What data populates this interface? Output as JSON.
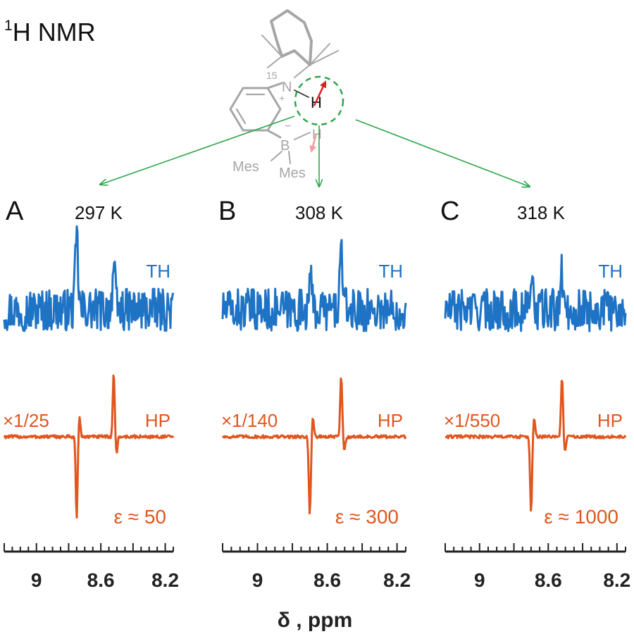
{
  "header": {
    "nucleus_superscript": "1",
    "title_rest": "H NMR"
  },
  "molecule": {
    "n_label": "N",
    "n_isotope": "15",
    "n_charge": "+",
    "b_label": "B",
    "b_charge": "−",
    "h_n_label": "H",
    "h_b_label": "H",
    "mes_left": "Mes",
    "mes_right": "Mes"
  },
  "colors": {
    "th": "#1f73c4",
    "hp": "#e0561e",
    "axis": "#222222",
    "molecule": "#a6a6a6",
    "arrow": "#2ea64a",
    "highlight_arrow": "#e01f1f",
    "faint_arrow": "#f0a0a0",
    "text": "#111111"
  },
  "xlabel": "δ , ppm",
  "chart_data": [
    {
      "type": "line",
      "panel": "A",
      "temperature": "297 K",
      "x_reversed": true,
      "xlim": [
        9.2,
        8.15
      ],
      "xticks": [
        9,
        8.6,
        8.2
      ],
      "xtick_labels": [
        "9",
        "8.6",
        "8.2"
      ],
      "peaks_ppm": [
        8.75,
        8.52
      ],
      "series": [
        {
          "name": "TH",
          "kind": "thermal",
          "peak_heights": [
            0.95,
            0.55
          ]
        },
        {
          "name": "HP",
          "kind": "hyperpolarized",
          "scale_label": "×1/25",
          "enhancement_label": "ε ≈ 50",
          "peak_heights": [
            -1.0,
            0.8
          ]
        }
      ]
    },
    {
      "type": "line",
      "panel": "B",
      "temperature": "308 K",
      "x_reversed": true,
      "xlim": [
        9.2,
        8.15
      ],
      "xticks": [
        9,
        8.6,
        8.2
      ],
      "xtick_labels": [
        "9",
        "8.6",
        "8.2"
      ],
      "peaks_ppm": [
        8.7,
        8.52
      ],
      "series": [
        {
          "name": "TH",
          "kind": "thermal",
          "peak_heights": [
            0.45,
            0.75
          ]
        },
        {
          "name": "HP",
          "kind": "hyperpolarized",
          "scale_label": "×1/140",
          "enhancement_label": "ε ≈ 300",
          "peak_heights": [
            -0.95,
            0.75
          ]
        }
      ]
    },
    {
      "type": "line",
      "panel": "C",
      "temperature": "318 K",
      "x_reversed": true,
      "xlim": [
        9.2,
        8.15
      ],
      "xticks": [
        9,
        8.6,
        8.2
      ],
      "xtick_labels": [
        "9",
        "8.6",
        "8.2"
      ],
      "peaks_ppm": [
        8.7,
        8.52
      ],
      "series": [
        {
          "name": "TH",
          "kind": "thermal",
          "peak_heights": [
            0.4,
            0.45
          ]
        },
        {
          "name": "HP",
          "kind": "hyperpolarized",
          "scale_label": "×1/550",
          "enhancement_label": "ε ≈ 1000",
          "peak_heights": [
            -0.95,
            0.75
          ]
        }
      ]
    }
  ]
}
